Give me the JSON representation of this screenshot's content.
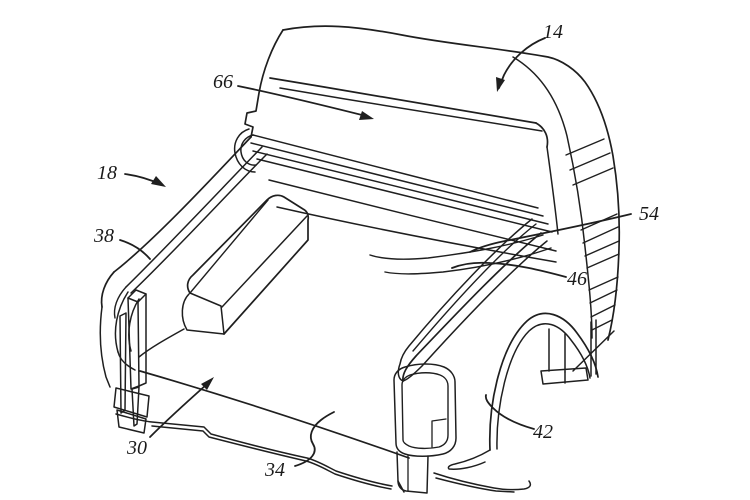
{
  "figure": {
    "type": "patent-line-drawing",
    "description": "Perspective line drawing of a pickup truck rear body with open cargo bed, front bulkhead, side rails, corner seal strip, rocker sill and rear fender with wheel arch",
    "background_color": "#ffffff",
    "line_color": "#1f1f1f",
    "labels": [
      {
        "ref": "14",
        "text": "14"
      },
      {
        "ref": "66",
        "text": "66"
      },
      {
        "ref": "18",
        "text": "18"
      },
      {
        "ref": "38",
        "text": "38"
      },
      {
        "ref": "54",
        "text": "54"
      },
      {
        "ref": "46",
        "text": "46"
      },
      {
        "ref": "30",
        "text": "30"
      },
      {
        "ref": "34",
        "text": "34"
      },
      {
        "ref": "42",
        "text": "42"
      }
    ]
  }
}
